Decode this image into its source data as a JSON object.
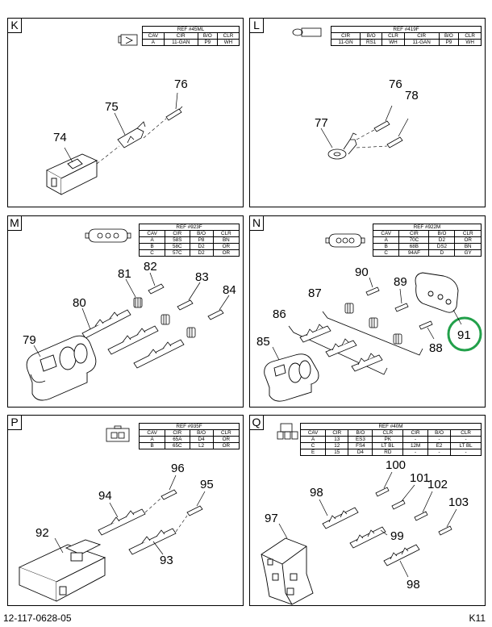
{
  "panels": {
    "K": {
      "letter": "K",
      "ref": "REF #45ML",
      "headers": [
        "CAV",
        "CIR",
        "B/O",
        "CLR"
      ],
      "rows": [
        [
          "A",
          "11-GAN",
          "P9",
          "WH"
        ]
      ],
      "callouts": [
        "74",
        "75",
        "76"
      ]
    },
    "L": {
      "letter": "L",
      "ref": "REF #419F",
      "headers": [
        "CIR",
        "B/O",
        "CLR",
        "CIR",
        "B/O",
        "CLR"
      ],
      "rows": [
        [
          "11-GN",
          "RS1",
          "WH",
          "11-GAN",
          "P9",
          "WH"
        ]
      ],
      "callouts": [
        "76",
        "78",
        "77"
      ]
    },
    "M": {
      "letter": "M",
      "ref": "REF #923F",
      "headers": [
        "CAV",
        "CIR",
        "B/O",
        "CLR"
      ],
      "rows": [
        [
          "A",
          "58S",
          "P8",
          "BN"
        ],
        [
          "B",
          "58C",
          "D2",
          "OR"
        ],
        [
          "C",
          "57C",
          "D2",
          "OR"
        ]
      ],
      "callouts": [
        "82",
        "81",
        "83",
        "84",
        "80",
        "79"
      ]
    },
    "N": {
      "letter": "N",
      "ref": "REF #922M",
      "headers": [
        "CAV",
        "CIR",
        "B/O",
        "CLR"
      ],
      "rows": [
        [
          "A",
          "70C",
          "D2",
          "OR"
        ],
        [
          "B",
          "68B",
          "DS2",
          "BN"
        ],
        [
          "C",
          "94AF",
          "D",
          "GY"
        ]
      ],
      "callouts": [
        "90",
        "87",
        "89",
        "86",
        "91",
        "85",
        "88"
      ]
    },
    "P": {
      "letter": "P",
      "ref": "REF #935F",
      "headers": [
        "CAV",
        "CIR",
        "B/O",
        "CLR"
      ],
      "rows": [
        [
          "A",
          "65A",
          "D4",
          "OR"
        ],
        [
          "B",
          "65C",
          "L2",
          "OR"
        ]
      ],
      "callouts": [
        "96",
        "95",
        "94",
        "92",
        "93"
      ]
    },
    "Q": {
      "letter": "Q",
      "ref": "REF #40M",
      "headers": [
        "CAV",
        "CIR",
        "B/O",
        "CLR",
        "CIR",
        "B/O",
        "CLR"
      ],
      "rows": [
        [
          "A",
          "13",
          "ES3",
          "PK",
          "-",
          "-",
          "-"
        ],
        [
          "C",
          "12",
          "FS4",
          "LT BL",
          "12M",
          "E2",
          "LT BL"
        ],
        [
          "E",
          "15",
          "D4",
          "RD",
          "-",
          "-",
          "-"
        ]
      ],
      "callouts": [
        "100",
        "101",
        "102",
        "98",
        "103",
        "97",
        "99",
        "98"
      ]
    }
  },
  "footer": {
    "part_number": "12-117-0628-05",
    "page": "K11"
  },
  "colors": {
    "highlight": "#22a04a"
  }
}
